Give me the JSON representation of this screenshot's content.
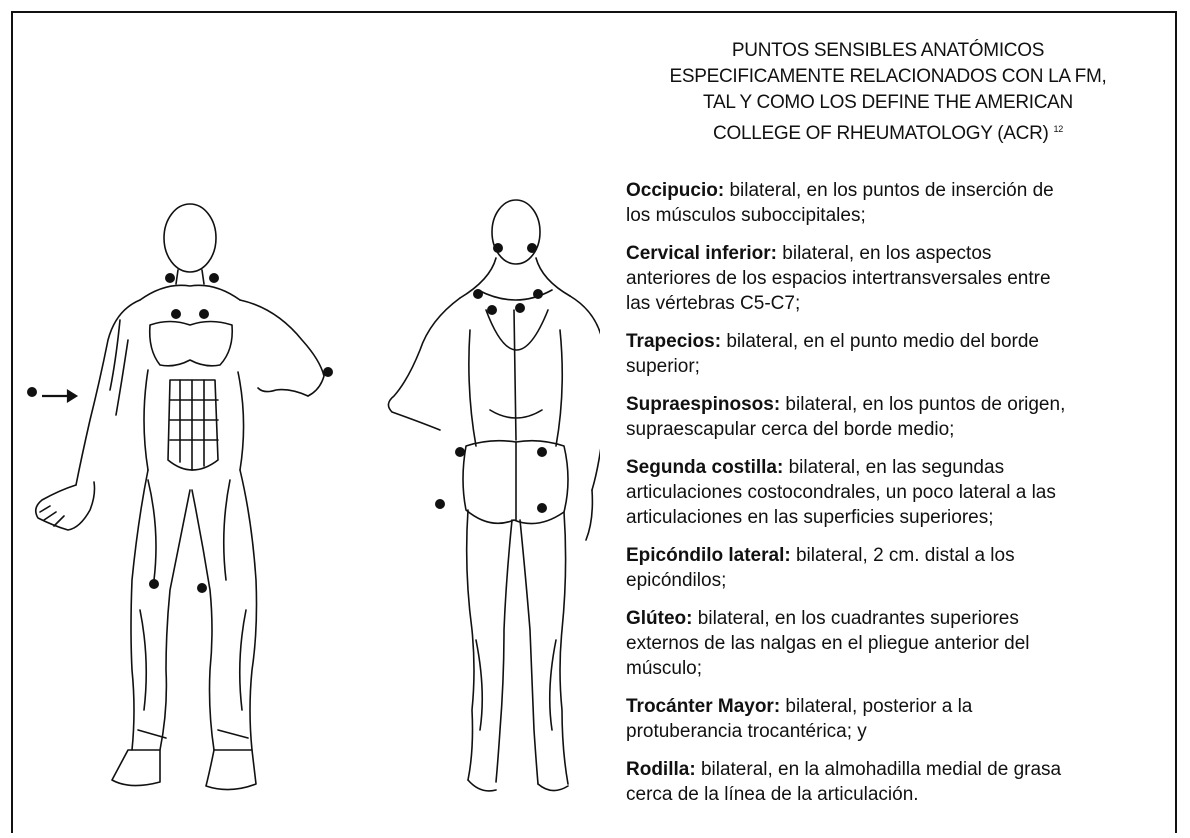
{
  "title": {
    "lines": [
      "PUNTOS SENSIBLES ANATÓMICOS",
      "ESPECIFICAMENTE RELACIONADOS CON LA FM,",
      "TAL Y COMO LOS DEFINE THE AMERICAN",
      "COLLEGE OF RHEUMATOLOGY (ACR)"
    ],
    "ref": "12"
  },
  "items": [
    {
      "term": "Occipucio:",
      "lines": [
        " bilateral, en los puntos de inserción de",
        "los músculos suboccipitales;"
      ]
    },
    {
      "term": "Cervical inferior:",
      "lines": [
        " bilateral, en los aspectos",
        "anteriores de los espacios intertransversales entre",
        "las vértebras C5-C7;"
      ]
    },
    {
      "term": "Trapecios:",
      "lines": [
        " bilateral, en el punto medio del borde",
        "superior;"
      ]
    },
    {
      "term": "Supraespinosos:",
      "lines": [
        " bilateral, en los puntos de origen,",
        "supraescapular cerca del borde medio;"
      ]
    },
    {
      "term": "Segunda costilla:",
      "lines": [
        " bilateral, en las segundas",
        "articulaciones costocondrales, un poco lateral a las",
        "articulaciones en las superficies superiores;"
      ]
    },
    {
      "term": "Epicóndilo lateral:",
      "lines": [
        " bilateral, 2 cm. distal a los",
        "epicóndilos;"
      ]
    },
    {
      "term": "Glúteo:",
      "lines": [
        " bilateral, en los cuadrantes superiores",
        "externos de las nalgas en el pliegue anterior del",
        "músculo;"
      ]
    },
    {
      "term": "Trocánter Mayor:",
      "lines": [
        " bilateral, posterior a la",
        "protuberancia trocantérica; y"
      ]
    },
    {
      "term": "Rodilla:",
      "lines": [
        " bilateral, en la almohadilla medial de grasa",
        "cerca de la línea de la articulación."
      ]
    }
  ],
  "colors": {
    "ink": "#111111",
    "background": "#ffffff"
  }
}
